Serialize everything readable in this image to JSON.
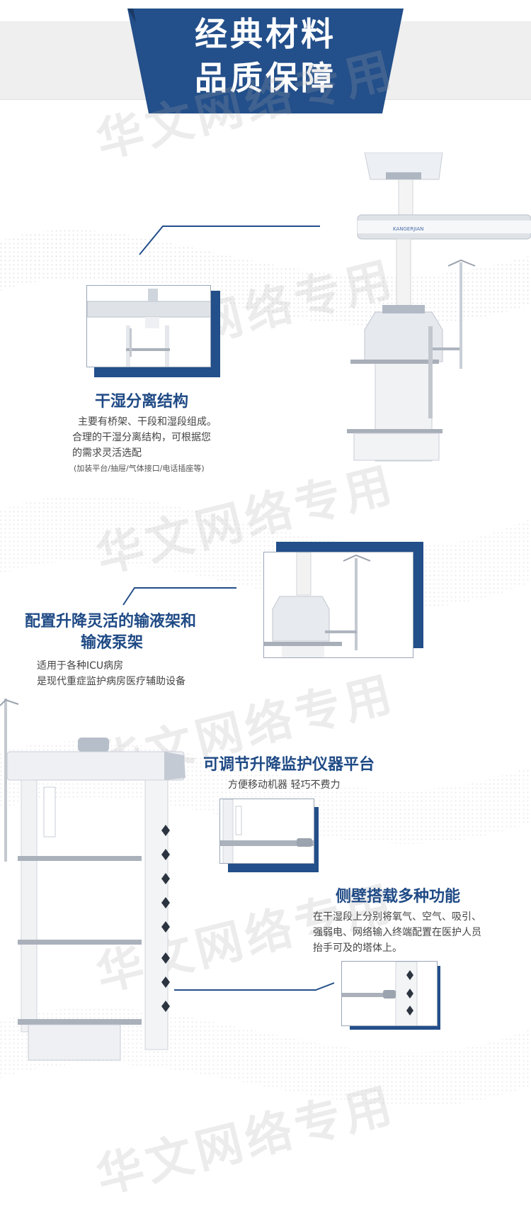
{
  "banner": {
    "line1": "经典材料",
    "line2": "品质保障"
  },
  "watermark": "华文网络专用",
  "product_brand": "KANGERJIAN",
  "features": [
    {
      "title": "干湿分离结构",
      "lines": [
        "主要有桥架、干段和湿段组成。",
        "合理的干湿分离结构，可根据您",
        "的需求灵活选配"
      ],
      "note": "(加装平台/抽屉/气体接口/电话插座等)"
    },
    {
      "title_line1": "配置升降灵活的输液架和",
      "title_line2": "输液泵架",
      "lines": [
        "适用于各种ICU病房",
        "是现代重症监护病房医疗辅助设备"
      ]
    },
    {
      "title": "可调节升降监护仪器平台",
      "lines": [
        "方便移动机器  轻巧不费力"
      ]
    },
    {
      "title": "侧壁搭载多种功能",
      "lines": [
        "在干湿段上分别将氧气、空气、吸引、",
        "强弱电、网络输入终端配置在医护人员",
        "抬手可及的塔体上。"
      ]
    }
  ],
  "colors": {
    "navy": "#234f8a",
    "title": "#1f4a85",
    "band": "#efefef"
  }
}
